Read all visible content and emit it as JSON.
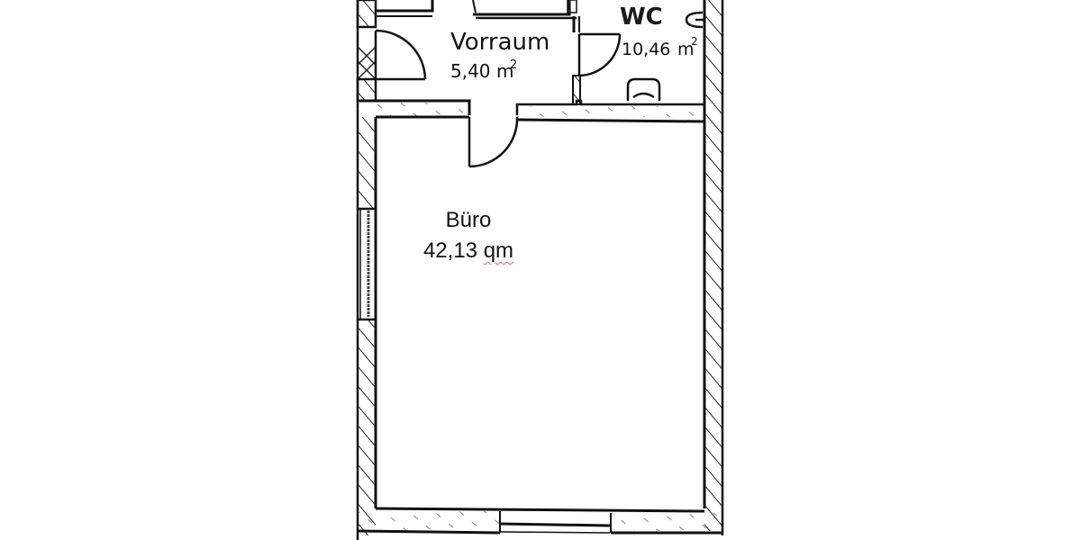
{
  "plan": {
    "rooms": [
      {
        "name": "Vorraum",
        "area": "5,40 m²"
      },
      {
        "name": "WC",
        "area": "10,46 m²"
      },
      {
        "name": "Büro",
        "area": "42,13 qm"
      }
    ],
    "colors": {
      "wall_line": "#111111",
      "hatch": "#222222",
      "background": "#ffffff",
      "spellcheck_underline": "#e06060"
    }
  },
  "labels": {
    "vorraum_name": "Vorraum",
    "vorraum_area_value": "5,40",
    "vorraum_area_unit": "m",
    "wc_name": "WC",
    "wc_area_value": "10,46",
    "wc_area_unit": "m",
    "superscript": "2",
    "buero_name": "Büro",
    "buero_area_value": "42,13",
    "buero_area_unit": "qm"
  }
}
